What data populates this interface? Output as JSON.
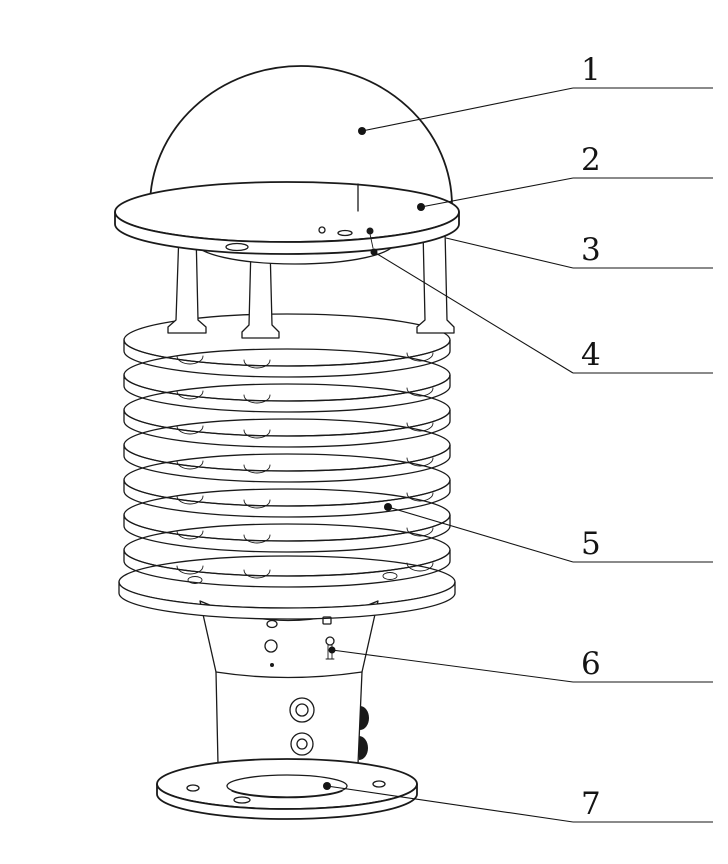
{
  "figure": {
    "callouts": [
      {
        "text": "1"
      },
      {
        "text": "2"
      },
      {
        "text": "3"
      },
      {
        "text": "4"
      },
      {
        "text": "5"
      },
      {
        "text": "6"
      },
      {
        "text": "7"
      }
    ]
  },
  "colors": {
    "line": "#1a1a1a",
    "background": "#ffffff"
  }
}
